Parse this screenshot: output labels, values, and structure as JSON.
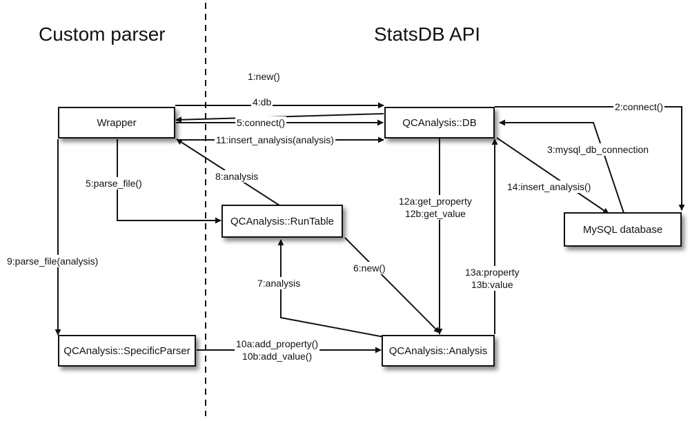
{
  "headers": {
    "left": "Custom parser",
    "right": "StatsDB API"
  },
  "nodes": {
    "wrapper": "Wrapper",
    "db": "QCAnalysis::DB",
    "runtable": "QCAnalysis::RunTable",
    "mysql": "MySQL database",
    "specific_parser": "QCAnalysis::SpecificParser",
    "analysis": "QCAnalysis::Analysis"
  },
  "messages": {
    "m1": "1:new()",
    "m2": "2:connect()",
    "m3": "3:mysql_db_connection",
    "m4": "4:db",
    "m5_connect": "5:connect()",
    "m5_parse": "5:parse_file()",
    "m6": "6:new()",
    "m7": "7:analysis",
    "m8": "8:analysis",
    "m9": "9:parse_file(analysis)",
    "m10a": "10a:add_property()",
    "m10b": "10b:add_value()",
    "m11": "11:insert_analysis(analysis)",
    "m12a": "12a:get_property",
    "m12b": "12b:get_value",
    "m13a": "13a:property",
    "m13b": "13b:value",
    "m14": "14:insert_analysis()"
  },
  "colors": {
    "line": "#111111",
    "box_border": "#111111",
    "background": "#ffffff"
  }
}
